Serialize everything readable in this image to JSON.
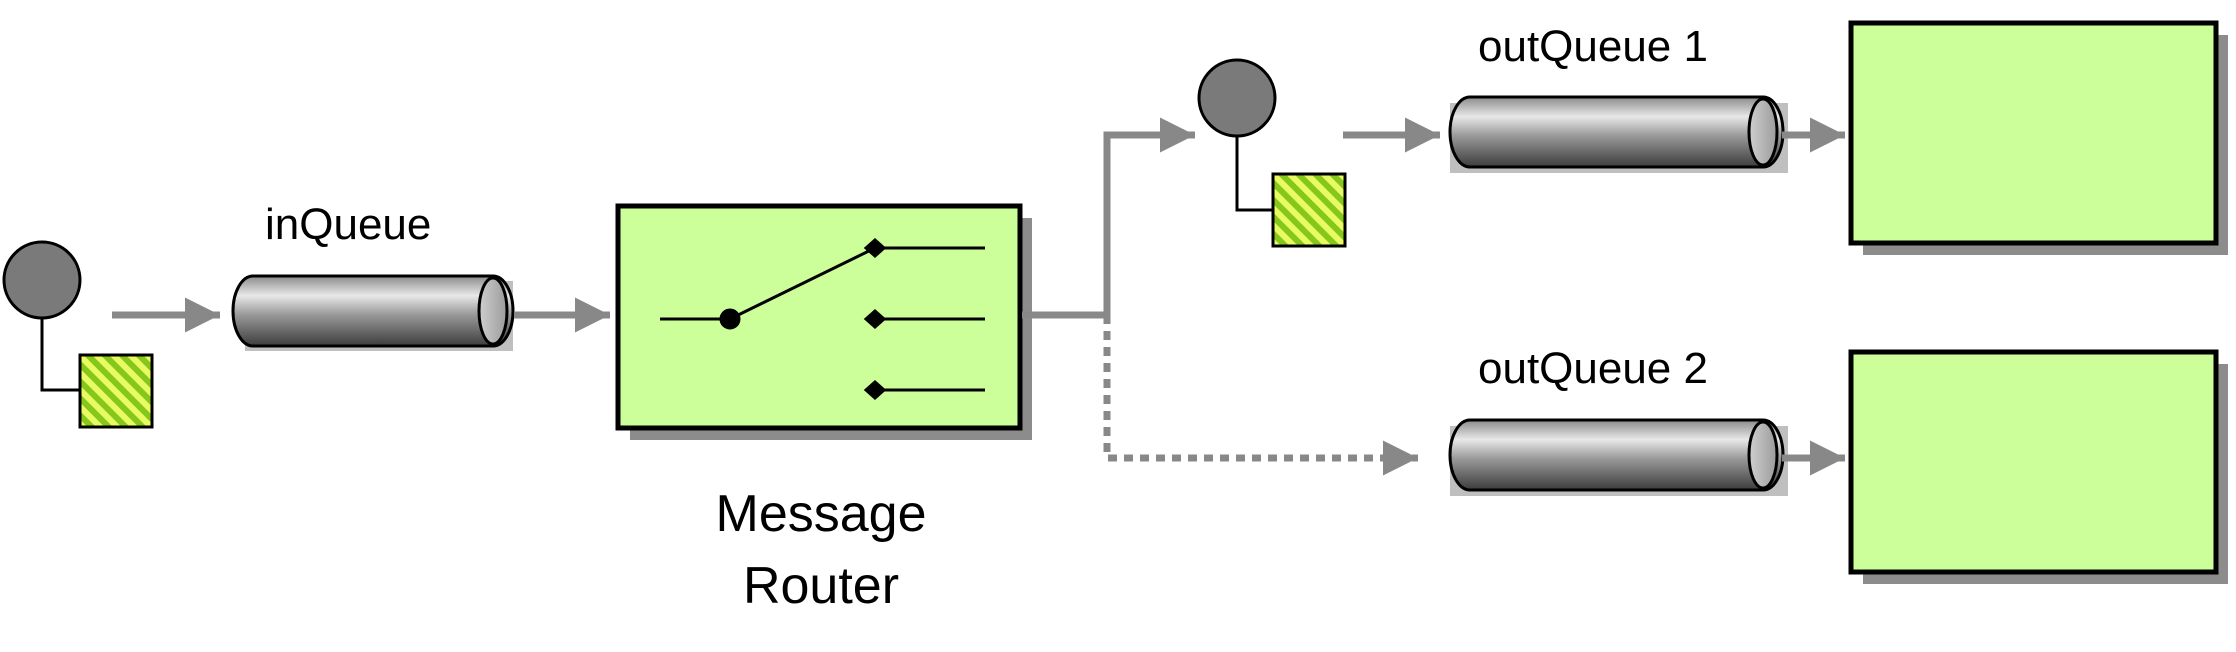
{
  "labels": {
    "in_queue": "inQueue",
    "out_queue_1": "outQueue 1",
    "out_queue_2": "outQueue 2",
    "router_line1": "Message",
    "router_line2": "Router"
  },
  "colors": {
    "box_fill": "#ccff99",
    "outline": "#000000",
    "shadow": "#8c8c8c",
    "connector": "#888888",
    "message_fill": "#bdec2e",
    "endpoint": "#7a7a7a"
  }
}
